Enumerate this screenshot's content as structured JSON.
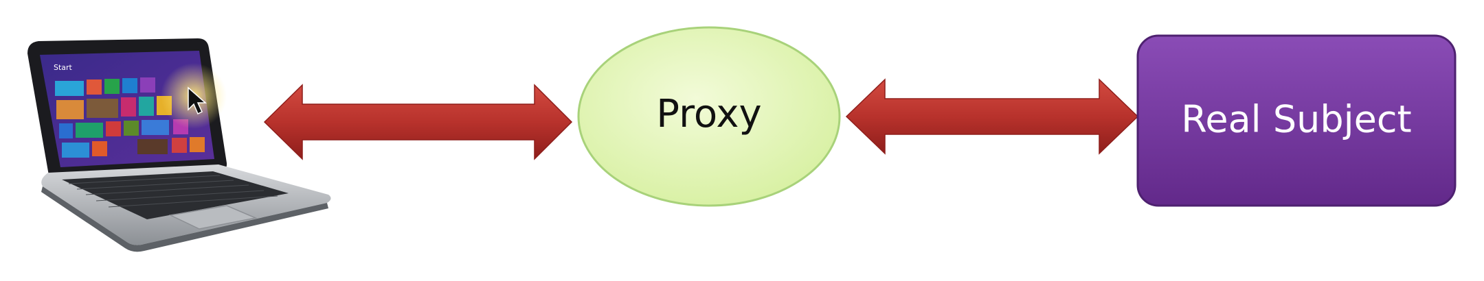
{
  "nodes": {
    "proxy": {
      "label": "Proxy",
      "fill": "#e3f6b8",
      "stroke": "#a8d27a"
    },
    "real_subject": {
      "label": "Real Subject",
      "fill": "#7a3fa3",
      "stroke": "#4e2170",
      "text_color": "#ffffff"
    }
  },
  "client": {
    "screen_text": "Start"
  },
  "colors": {
    "arrow": "#b8322c",
    "arrow_dark": "#8e1e1b"
  },
  "icons": {
    "client": "laptop-icon",
    "cursor": "mouse-pointer-icon"
  }
}
